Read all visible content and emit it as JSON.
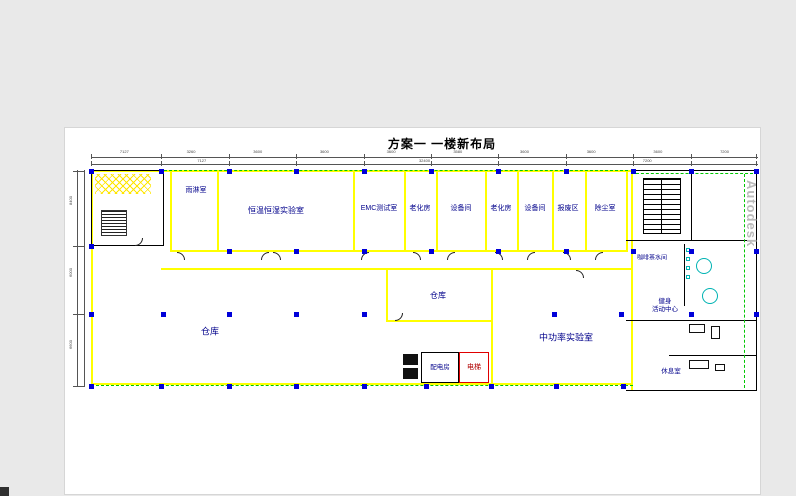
{
  "title": "方案一  一楼新布局",
  "watermark": "Autodesk",
  "rooms": {
    "rain": "雨淋室",
    "climate": "恒温恒湿实验室",
    "emc": "EMC测试室",
    "aging1": "老化房",
    "equip1": "设备间",
    "aging2": "老化房",
    "equip2": "设备间",
    "scrap": "报废区",
    "dust": "除尘室",
    "warehouse_main": "仓库",
    "warehouse_small": "仓库",
    "mid_power": "中功率实验室",
    "power": "配电房",
    "elevator": "电梯",
    "pantry": "咖啡茶水间",
    "fitness1": "健身",
    "fitness2": "活动中心",
    "lounge": "休息室"
  },
  "dimensions": {
    "row1": [
      "7127",
      "3260",
      "3600",
      "3600",
      "3600",
      "3580",
      "3600",
      "3600",
      "3600",
      "7200"
    ],
    "row2": [
      "7127",
      "32400",
      "7200"
    ],
    "left": [
      "8400",
      "6000",
      "6600"
    ]
  },
  "colors": {
    "wall": "#ffff00",
    "boundary": "#00c800",
    "column": "#0000d9",
    "elevator_box": "#e00000",
    "elevator_text": "#b00000",
    "label": "#00008b",
    "watermark": "#bbbbbb",
    "furniture": "#00b3b3"
  }
}
